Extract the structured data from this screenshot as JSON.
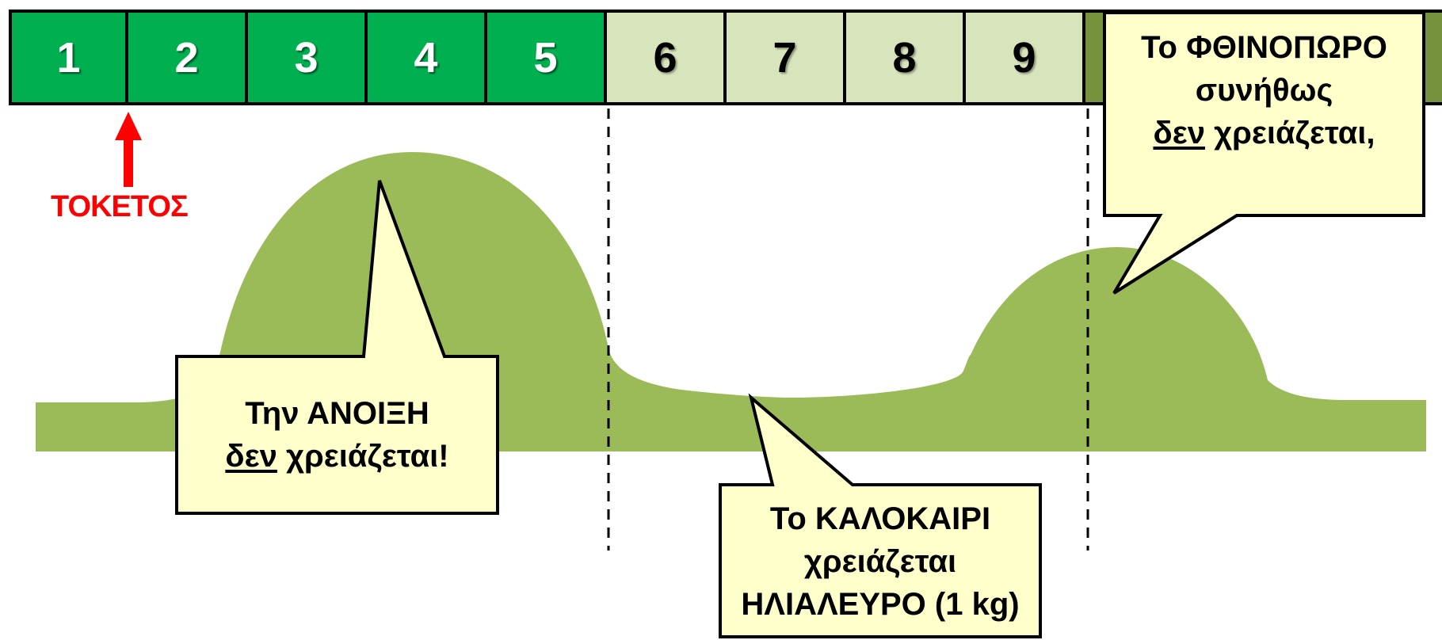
{
  "timeline": {
    "cells": [
      {
        "label": "1",
        "tone": "dark"
      },
      {
        "label": "2",
        "tone": "dark"
      },
      {
        "label": "3",
        "tone": "dark"
      },
      {
        "label": "4",
        "tone": "dark"
      },
      {
        "label": "5",
        "tone": "dark"
      },
      {
        "label": "6",
        "tone": "light"
      },
      {
        "label": "7",
        "tone": "light"
      },
      {
        "label": "8",
        "tone": "light"
      },
      {
        "label": "9",
        "tone": "light"
      }
    ]
  },
  "birth_marker": {
    "label": "ΤΟΚΕΤΟΣ",
    "color": "#ff0000"
  },
  "colors": {
    "dark_green": "#00b050",
    "light_green": "#d8e4bc",
    "olive": "#76923c",
    "curve": "#9bbb59",
    "callout_fill": "#ffffcc"
  },
  "callouts": {
    "spring": {
      "line1": "Την ΑΝΟΙΞΗ",
      "line2_u": "δεν",
      "line2_rest": " χρειάζεται!"
    },
    "summer": {
      "line1": "Το ΚΑΛΟΚΑΙΡΙ",
      "line2": "χρειάζεται",
      "line3": "ΗΛΙΑΛΕΥΡΟ (1 kg)"
    },
    "autumn": {
      "line1": "Το ΦΘΙΝΟΠΩΡΟ",
      "line2": "συνήθως",
      "line3_u": "δεν",
      "line3_rest": " χρειάζεται,"
    }
  }
}
